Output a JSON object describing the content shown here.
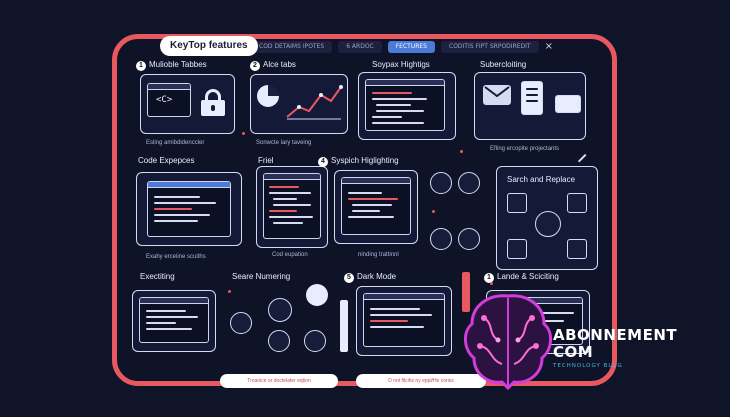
{
  "header": {
    "title": "KeyTop features",
    "tabs": [
      {
        "label": "COD DETAIMS IPOTES"
      },
      {
        "label": "6 ARDOC"
      },
      {
        "label": "FECTURES",
        "active": true
      },
      {
        "label": "CODITIS FIPT SRPODIREDIT"
      }
    ],
    "close_symbol": "×"
  },
  "sections": {
    "s1": {
      "num": "1",
      "label": "Mulioble Tabbes",
      "caption": "Esling amibdidenccler"
    },
    "s2": {
      "num": "2",
      "label": "Alce tabs",
      "caption": "Sonwcte lary taveing"
    },
    "s3": {
      "label": "Soypax Hightigs"
    },
    "s4": {
      "label": "Subercloiting",
      "caption": "Efling ercopite projectants"
    },
    "s5": {
      "label": "Code Expepces",
      "caption": "Exahy erceiine scuiths"
    },
    "s6": {
      "label": "Friel",
      "caption": "Cod eupation"
    },
    "s7": {
      "num": "4",
      "label": "Syspich Higlighting",
      "caption": "ninding trattinnl"
    },
    "s8": {
      "label": "Sarch and Replace"
    },
    "s9": {
      "label": "Exectiting"
    },
    "s10": {
      "label": "Seare Numering"
    },
    "s11": {
      "num": "5",
      "label": "Dark Mode"
    },
    "s12": {
      "num": "1",
      "label": "Lande & Sciciting"
    }
  },
  "footer": {
    "left_pill": "Troanice or doctelater eqtion",
    "right_pill": "D not filcihs ny eppl/He coriss"
  },
  "brand": {
    "title_line1": "ABONNEMENT",
    "title_line2": "COM",
    "subtitle": "TECHNOLOGY BLOG"
  },
  "colors": {
    "frame": "#e8585f",
    "background": "#101429",
    "accent_blue": "#4a7bd8",
    "brand_cyan": "#3fb8e8",
    "brain_magenta": "#d23cd8"
  }
}
